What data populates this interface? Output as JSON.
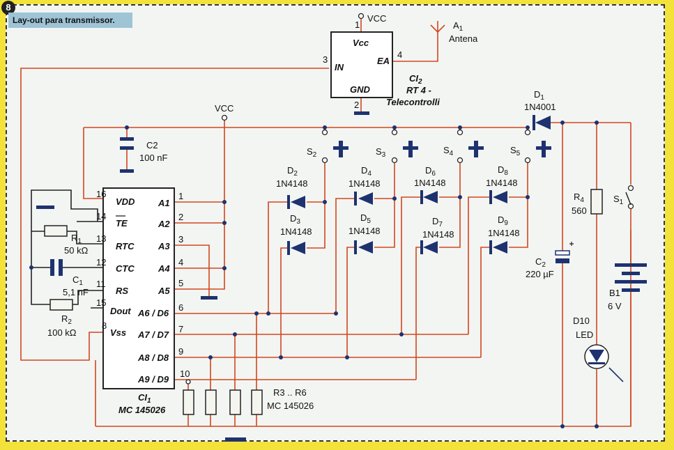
{
  "badge": "8",
  "caption": "Lay-out para transmissor.",
  "ci2": {
    "name": "CI",
    "sub": "2",
    "model": "RT 4 -",
    "model2": "Telecontrolli",
    "pins": {
      "vcc": "Vcc",
      "in": "IN",
      "ea": "EA",
      "gnd": "GND"
    },
    "pin_numbers": [
      "1",
      "3",
      "4",
      "2"
    ]
  },
  "antenna": {
    "name": "A",
    "sub": "1",
    "label": "Antena"
  },
  "vcc_label": "VCC",
  "c2": {
    "name": "C2",
    "value": "100 nF"
  },
  "c_electro": {
    "name": "C",
    "sub": "2",
    "value": "220 µF"
  },
  "ci1": {
    "name": "CI",
    "sub": "1",
    "model": "MC 145026",
    "left_pins": [
      "VDD",
      "TE",
      "RTC",
      "CTC",
      "RS",
      "Dout",
      "Vss"
    ],
    "left_numbers": [
      "16",
      "14",
      "13",
      "12",
      "11",
      "15",
      "8"
    ],
    "right_pins": [
      "A1",
      "A2",
      "A3",
      "A4",
      "A5",
      "A6 / D6",
      "A7 / D7",
      "A8 / D8",
      "A9 / D9"
    ],
    "right_numbers": [
      "1",
      "2",
      "3",
      "4",
      "5",
      "6",
      "7",
      "9",
      "10"
    ]
  },
  "r1": {
    "name": "R",
    "sub": "1",
    "value": "50 kΩ"
  },
  "c1": {
    "name": "C",
    "sub": "1",
    "value": "5,1 nF"
  },
  "r2": {
    "name": "R",
    "sub": "2",
    "value": "100 kΩ"
  },
  "switches": [
    {
      "name": "S",
      "sub": "2"
    },
    {
      "name": "S",
      "sub": "3"
    },
    {
      "name": "S",
      "sub": "4"
    },
    {
      "name": "S",
      "sub": "5"
    }
  ],
  "diodes_top": [
    {
      "name": "D",
      "sub": "2",
      "model": "1N4148"
    },
    {
      "name": "D",
      "sub": "4",
      "model": "1N4148"
    },
    {
      "name": "D",
      "sub": "6",
      "model": "1N4148"
    },
    {
      "name": "D",
      "sub": "8",
      "model": "1N4148"
    }
  ],
  "diodes_bottom": [
    {
      "name": "D",
      "sub": "3",
      "model": "1N4148"
    },
    {
      "name": "D",
      "sub": "5",
      "model": "1N4148"
    },
    {
      "name": "D",
      "sub": "7",
      "model": "1N4148"
    },
    {
      "name": "D",
      "sub": "9",
      "model": "1N4148"
    }
  ],
  "d1": {
    "name": "D",
    "sub": "1",
    "model": "1N4001"
  },
  "r4": {
    "name": "R",
    "sub": "4",
    "value": "560"
  },
  "s1": {
    "name": "S",
    "sub": "1"
  },
  "b1": {
    "name": "B1",
    "value": "6 V"
  },
  "d10": {
    "name": "D10",
    "type": "LED"
  },
  "r3r6": {
    "name": "R3 .. R6",
    "model": "MC 145026"
  },
  "colors": {
    "wire": "#d2461f",
    "component": "#1e3270",
    "background": "#f2e23a",
    "caption_bg": "#9ec4d6"
  }
}
